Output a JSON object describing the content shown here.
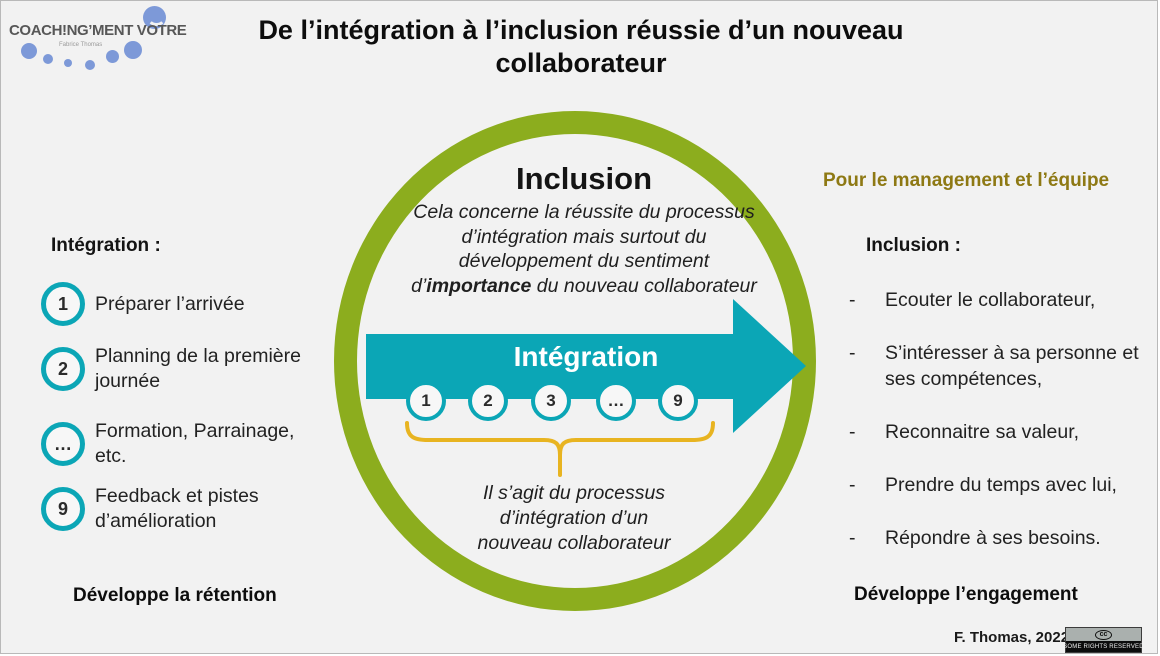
{
  "colors": {
    "teal": "#0ba6b6",
    "green": "#8cad1e",
    "gold_brace": "#e8b421",
    "gold_heading": "#8e7914",
    "logo_blue": "#7d99d8",
    "background": "#f2f2f2"
  },
  "logo": {
    "title": "COACH!NG’MENT VOTRE",
    "subtitle": "Fabrice Thomas"
  },
  "title": "De l’intégration à l’inclusion réussie d’un nouveau collaborateur",
  "center": {
    "heading": "Inclusion",
    "description_lines": [
      "Cela concerne la réussite du processus",
      "d’intégration mais surtout du",
      "développement du sentiment"
    ],
    "description_last_prefix": "d’",
    "description_last_bold": "importance",
    "description_last_suffix": " du nouveau collaborateur",
    "arrow_label": "Intégration",
    "steps": [
      "1",
      "2",
      "3",
      "…",
      "9"
    ],
    "note_lines": [
      "Il s’agit du processus",
      "d’intégration d’un",
      "nouveau collaborateur"
    ]
  },
  "left": {
    "heading": "Intégration :",
    "items": [
      {
        "num": "1",
        "text": "Préparer l’arrivée"
      },
      {
        "num": "2",
        "text": "Planning de la première journée"
      },
      {
        "num": "…",
        "text": "Formation, Parrainage, etc."
      },
      {
        "num": "9",
        "text": "Feedback et pistes d’amélioration"
      }
    ],
    "footer": "Développe la rétention"
  },
  "right": {
    "heading": "Pour le management et l’équipe",
    "subheading": "Inclusion :",
    "bullet": "-",
    "items": [
      "Ecouter le collaborateur,",
      "S’intéresser à sa personne et ses compétences,",
      "Reconnaitre sa valeur,",
      "Prendre du temps avec lui,",
      "Répondre à ses besoins."
    ],
    "footer": "Développe l’engagement"
  },
  "footer": {
    "credit": "F. Thomas, 2022",
    "license_icon": "cc",
    "license_text": "SOME RIGHTS RESERVED"
  }
}
